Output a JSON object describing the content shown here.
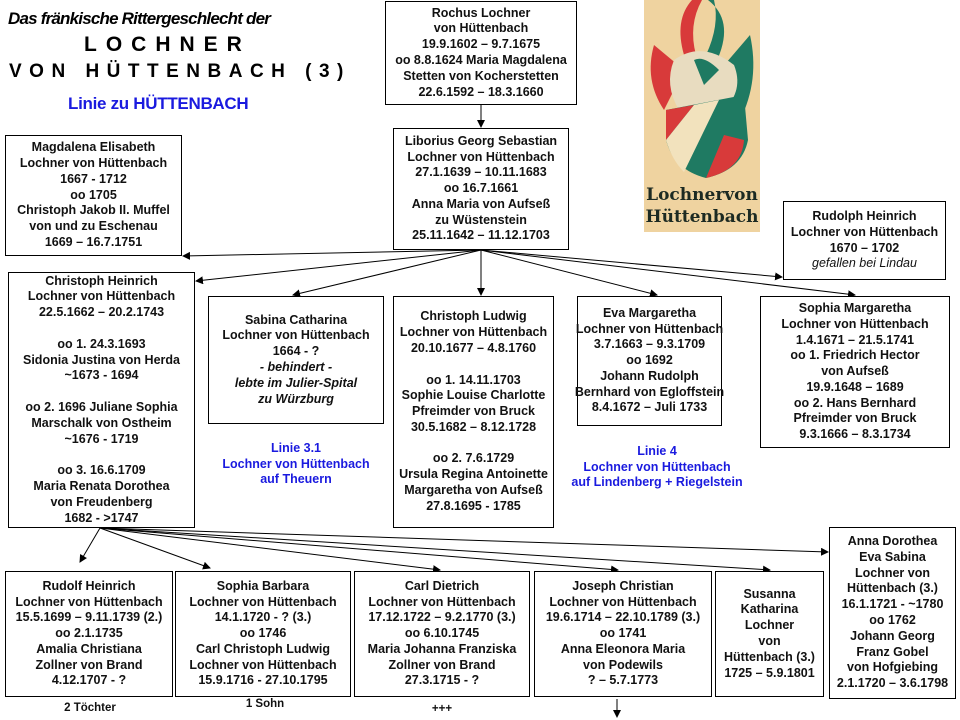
{
  "header": {
    "title_line1": "Das fränkische Rittergeschlecht der",
    "title_line2": "LOCHNER",
    "title_line3": "VON  HÜTTENBACH (3)",
    "subtitle": "Linie zu HÜTTENBACH"
  },
  "coat_of_arms": {
    "caption": "Lochner von Hüttenbach",
    "colors": {
      "red": "#d83a3a",
      "green": "#1f7a62",
      "cream": "#f2e2bd",
      "bg": "#efd3a0"
    }
  },
  "persons": [
    {
      "id": "rochus",
      "lines": [
        "Rochus  Lochner",
        "von Hüttenbach",
        "19.9.1602 – 9.7.1675",
        "oo 8.8.1624 Maria Magdalena",
        "Stetten von Kocherstetten",
        "22.6.1592 – 18.3.1660"
      ],
      "notes": []
    },
    {
      "id": "liborius",
      "lines": [
        "Liborius Georg Sebastian",
        "Lochner von Hüttenbach",
        "27.1.1639 – 10.11.1683",
        "oo 16.7.1661",
        "Anna Maria von Aufseß",
        "zu Wüstenstein",
        "25.11.1642 – 11.12.1703"
      ],
      "notes": []
    },
    {
      "id": "magdalena",
      "lines": [
        "Magdalena Elisabeth",
        "Lochner von Hüttenbach",
        "1667  - 1712",
        "oo 1705",
        "Christoph  Jakob II. Muffel",
        "von und zu Eschenau",
        "1669 – 16.7.1751"
      ],
      "notes": []
    },
    {
      "id": "rudolph",
      "lines": [
        "Rudolph  Heinrich",
        "Lochner von Hüttenbach",
        "1670  – 1702"
      ],
      "notes": [
        "gefallen  bei Lindau"
      ]
    },
    {
      "id": "christoph-heinrich",
      "lines": [
        "Christoph  Heinrich",
        "Lochner von Hüttenbach",
        "22.5.1662 – 20.2.1743",
        "",
        "oo 1.   24.3.1693",
        "Sidonia Justina  von Herda",
        "~1673  - 1694",
        "",
        "oo 2. 1696 Juliane Sophia",
        "Marschalk von  Ostheim",
        "~1676  - 1719",
        "",
        "oo 3. 16.6.1709",
        "Maria Renata Dorothea",
        "von Freudenberg",
        "1682  - >1747"
      ],
      "notes": []
    },
    {
      "id": "sabina",
      "lines": [
        "Sabina Catharina",
        "Lochner von Hüttenbach",
        "1664  - ?"
      ],
      "notes": [
        "- behindert -",
        "lebte im Julier-Spital",
        "zu Würzburg"
      ]
    },
    {
      "id": "christoph-ludwig",
      "lines": [
        "Christoph  Ludwig",
        "Lochner von Hüttenbach",
        "20.10.1677  – 4.8.1760",
        "",
        "oo 1.   14.11.1703",
        "Sophie Louise Charlotte",
        "Pfreimder von Bruck",
        "30.5.1682 – 8.12.1728",
        "",
        "oo 2.   7.6.1729",
        "Ursula  Regina Antoinette",
        "Margaretha von Aufseß",
        "27.8.1695  - 1785"
      ],
      "notes": []
    },
    {
      "id": "eva",
      "lines": [
        "Eva Margaretha",
        "Lochner von Hüttenbach",
        "3.7.1663 – 9.3.1709",
        "oo 1692",
        "Johann Rudolph",
        "Bernhard von Egloffstein",
        "8.4.1672 – Juli 1733"
      ],
      "notes": []
    },
    {
      "id": "sophia-margaretha",
      "lines": [
        "Sophia Margaretha",
        "Lochner von Hüttenbach",
        "1.4.1671 – 21.5.1741",
        "oo 1. Friedrich Hector",
        "von Aufseß",
        "19.9.1648 – 1689",
        "oo 2. Hans Bernhard",
        "Pfreimder von Bruck",
        "9.3.1666 – 8.3.1734"
      ],
      "notes": []
    },
    {
      "id": "rudolf-heinrich",
      "lines": [
        "Rudolf Heinrich",
        "Lochner von Hüttenbach",
        "15.5.1699 – 9.11.1739  (2.)",
        "oo 2.1.1735",
        "Amalia Christiana",
        "Zollner von Brand",
        "4.12.1707  - ?"
      ],
      "notes": []
    },
    {
      "id": "sophia-barbara",
      "lines": [
        "Sophia Barbara",
        "Lochner von Hüttenbach",
        "14.1.1720  - ?  (3.)",
        "oo 1746",
        "Carl Christoph  Ludwig",
        "Lochner von Hüttenbach",
        "15.9.1716  - 27.10.1795"
      ],
      "notes": []
    },
    {
      "id": "carl-dietrich",
      "lines": [
        "Carl Dietrich",
        "Lochner von Hüttenbach",
        "17.12.1722  – 9.2.1770  (3.)",
        "oo 6.10.1745",
        "Maria Johanna Franziska",
        "Zollner von Brand",
        "27.3.1715  - ?"
      ],
      "notes": []
    },
    {
      "id": "joseph-christian",
      "lines": [
        "Joseph  Christian",
        "Lochner von Hüttenbach",
        "19.6.1714  – 22.10.1789 (3.)",
        "oo 1741",
        "Anna Eleonora Maria",
        "von Podewils",
        "? – 5.7.1773"
      ],
      "notes": []
    },
    {
      "id": "susanna",
      "lines": [
        "Susanna",
        "Katharina",
        "Lochner",
        "von",
        "Hüttenbach (3.)",
        "1725  – 5.9.1801"
      ],
      "notes": []
    },
    {
      "id": "anna-dorothea",
      "lines": [
        "Anna Dorothea",
        "Eva Sabina",
        "Lochner von",
        "Hüttenbach (3.)",
        "16.1.1721  - ~1780",
        "oo 1762",
        "Johann Georg",
        "Franz Gobel",
        "von Hofgiebing",
        "2.1.1720 – 3.6.1798"
      ],
      "notes": []
    }
  ],
  "lines_of_descent": {
    "linie31": [
      "Linie 3.1",
      "Lochner von Hüttenbach",
      "auf Theuern"
    ],
    "linie4": [
      "Linie 4",
      "Lochner von Hüttenbach",
      "auf Lindenberg + Riegelstein"
    ]
  },
  "descendant_notes": {
    "rudolf": "2 Töchter",
    "sophia_barbara": "1 Sohn",
    "carl": "+++"
  }
}
